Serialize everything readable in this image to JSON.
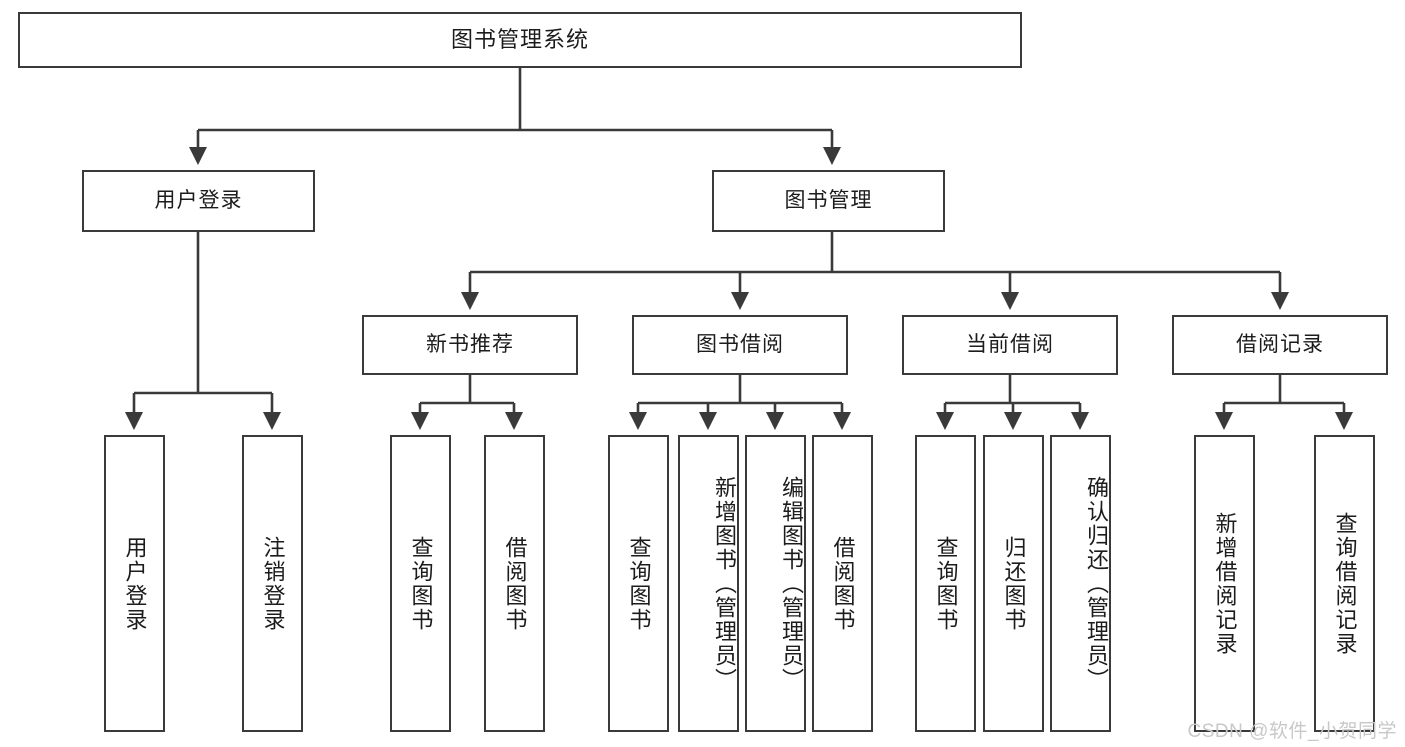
{
  "diagram": {
    "title": "图书管理系统",
    "type": "hierarchy-tree",
    "stroke_color": "#3a3a3a",
    "text_color": "#1c1c1c",
    "background_color": "#ffffff"
  },
  "watermark": {
    "text": "CSDN @软件_小贺同学",
    "color": "#c8c8c8"
  },
  "nodes": {
    "root": {
      "label": "图书管理系统"
    },
    "level2": [
      {
        "label": "用户登录"
      },
      {
        "label": "图书管理"
      }
    ],
    "level3": [
      {
        "label": "新书推荐"
      },
      {
        "label": "图书借阅"
      },
      {
        "label": "当前借阅"
      },
      {
        "label": "借阅记录"
      }
    ],
    "leaves": {
      "user_login": [
        {
          "label": "用户登录"
        },
        {
          "label": "注销登录"
        }
      ],
      "new_book_recommend": [
        {
          "label": "查询图书"
        },
        {
          "label": "借阅图书"
        }
      ],
      "book_borrow": [
        {
          "label": "查询图书"
        },
        {
          "label": "新增图书（管理员）"
        },
        {
          "label": "编辑图书（管理员）"
        },
        {
          "label": "借阅图书"
        }
      ],
      "current_borrow": [
        {
          "label": "查询图书"
        },
        {
          "label": "归还图书"
        },
        {
          "label": "确认归还（管理员）"
        }
      ],
      "borrow_record": [
        {
          "label": "新增借阅记录"
        },
        {
          "label": "查询借阅记录"
        }
      ]
    }
  },
  "chart_data": {
    "type": "table",
    "title": "图书管理系统 功能结构图",
    "tree": {
      "name": "图书管理系统",
      "children": [
        {
          "name": "用户登录",
          "children": [
            {
              "name": "用户登录"
            },
            {
              "name": "注销登录"
            }
          ]
        },
        {
          "name": "图书管理",
          "children": [
            {
              "name": "新书推荐",
              "children": [
                {
                  "name": "查询图书"
                },
                {
                  "name": "借阅图书"
                }
              ]
            },
            {
              "name": "图书借阅",
              "children": [
                {
                  "name": "查询图书"
                },
                {
                  "name": "新增图书（管理员）"
                },
                {
                  "name": "编辑图书（管理员）"
                },
                {
                  "name": "借阅图书"
                }
              ]
            },
            {
              "name": "当前借阅",
              "children": [
                {
                  "name": "查询图书"
                },
                {
                  "name": "归还图书"
                },
                {
                  "name": "确认归还（管理员）"
                }
              ]
            },
            {
              "name": "借阅记录",
              "children": [
                {
                  "name": "新增借阅记录"
                },
                {
                  "name": "查询借阅记录"
                }
              ]
            }
          ]
        }
      ]
    }
  }
}
